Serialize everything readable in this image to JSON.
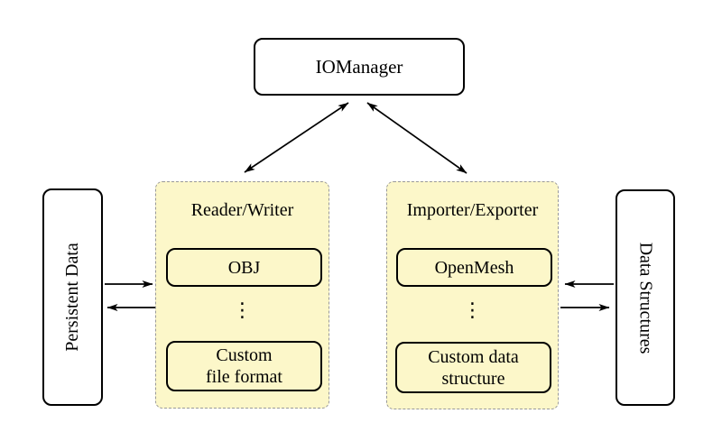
{
  "diagram": {
    "iomanager": {
      "label": "IOManager"
    },
    "persistent_data": {
      "label": "Persistent Data"
    },
    "data_structures": {
      "label": "Data Structures"
    },
    "reader_writer_group": {
      "title": "Reader/Writer",
      "top_item": "OBJ",
      "ellipsis": "⋮",
      "bottom_item_line1": "Custom",
      "bottom_item_line2": "file format"
    },
    "importer_exporter_group": {
      "title": "Importer/Exporter",
      "top_item": "OpenMesh",
      "ellipsis": "⋮",
      "bottom_item_line1": "Custom data",
      "bottom_item_line2": "structure"
    },
    "colors": {
      "background": "#ffffff",
      "group_fill": "#fcf7c9",
      "group_border": "#999999",
      "node_fill": "#ffffff",
      "node_border": "#000000",
      "arrow": "#000000"
    }
  }
}
